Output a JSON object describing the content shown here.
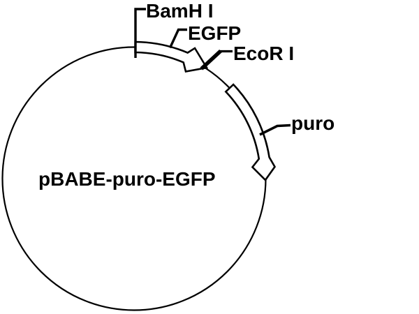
{
  "plasmid": {
    "name": "pBABE-puro-EGFP",
    "restriction_sites": [
      {
        "label": "BamH I"
      },
      {
        "label": "EcoR I"
      }
    ],
    "features": [
      {
        "label": "EGFP"
      },
      {
        "label": "puro"
      }
    ],
    "colors": {
      "line": "#000000",
      "background": "#ffffff",
      "feature_arrow_fill": "#ffffff"
    }
  }
}
